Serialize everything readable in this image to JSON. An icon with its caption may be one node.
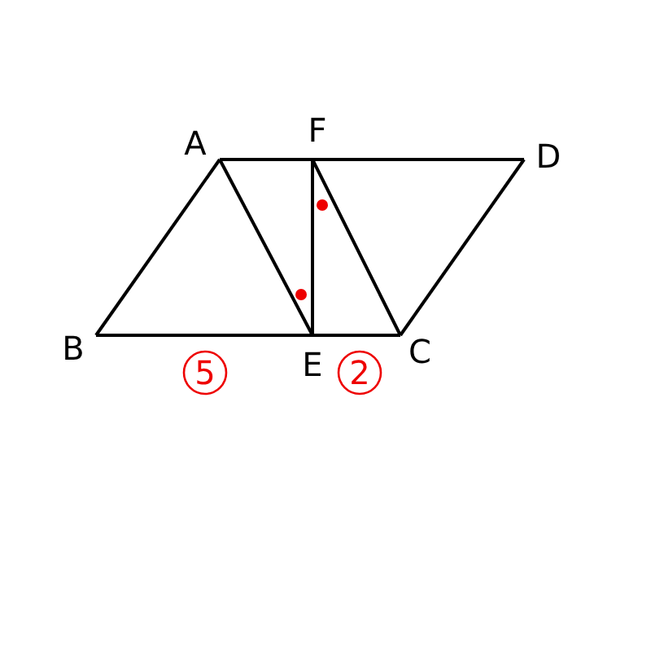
{
  "diagram": {
    "nodes": [
      {
        "text": [
          "A"
        ]
      },
      {
        "text": [
          "F"
        ]
      },
      {
        "text": [
          "D"
        ]
      },
      {
        "text": [
          "B"
        ]
      },
      {
        "text": [
          "E"
        ]
      },
      {
        "text": [
          "C"
        ]
      }
    ],
    "edges": [
      {
        "from": 0,
        "to": 3,
        "arrow": "none"
      },
      {
        "from": 3,
        "to": 4,
        "arrow": "none"
      },
      {
        "from": 4,
        "to": 5,
        "arrow": "none"
      },
      {
        "from": 5,
        "to": 2,
        "arrow": "none"
      },
      {
        "from": 2,
        "to": 1,
        "arrow": "none"
      },
      {
        "from": 1,
        "to": 0,
        "arrow": "none"
      },
      {
        "from": 0,
        "to": 4,
        "arrow": "none"
      },
      {
        "from": 1,
        "to": 4,
        "arrow": "none"
      },
      {
        "from": 1,
        "to": 5,
        "arrow": "none"
      }
    ],
    "labels": [
      "5",
      "2"
    ]
  }
}
